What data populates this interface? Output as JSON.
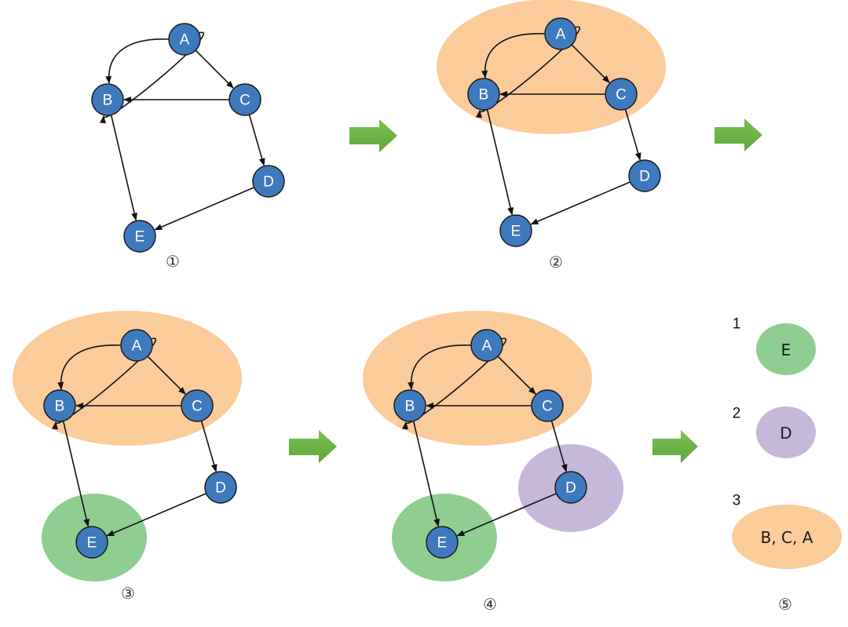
{
  "colors": {
    "node_fill": "#3f79bd",
    "node_stroke": "#1b1b1b",
    "edge": "#111111",
    "arrow_fill": "#6db24a",
    "scc_orange": "#fccb9a",
    "scc_green": "#8fce91",
    "scc_purple": "#c6b8d9"
  },
  "nodes": [
    "A",
    "B",
    "C",
    "D",
    "E"
  ],
  "edges": [
    {
      "from": "A",
      "to": "B",
      "curved": true
    },
    {
      "from": "B",
      "to": "A",
      "curved": true
    },
    {
      "from": "A",
      "to": "C"
    },
    {
      "from": "C",
      "to": "B"
    },
    {
      "from": "C",
      "to": "D"
    },
    {
      "from": "B",
      "to": "E"
    },
    {
      "from": "D",
      "to": "E"
    }
  ],
  "panels": [
    {
      "step": "①",
      "highlighted_sccs": []
    },
    {
      "step": "②",
      "highlighted_sccs": [
        "orange"
      ]
    },
    {
      "step": "③",
      "highlighted_sccs": [
        "orange",
        "green"
      ]
    },
    {
      "step": "④",
      "highlighted_sccs": [
        "orange",
        "green",
        "purple"
      ]
    }
  ],
  "result": {
    "step": "⑤",
    "order": [
      {
        "index": "1",
        "members": "E",
        "color": "green"
      },
      {
        "index": "2",
        "members": "D",
        "color": "purple"
      },
      {
        "index": "3",
        "members": "B, C, A",
        "color": "orange"
      }
    ]
  }
}
